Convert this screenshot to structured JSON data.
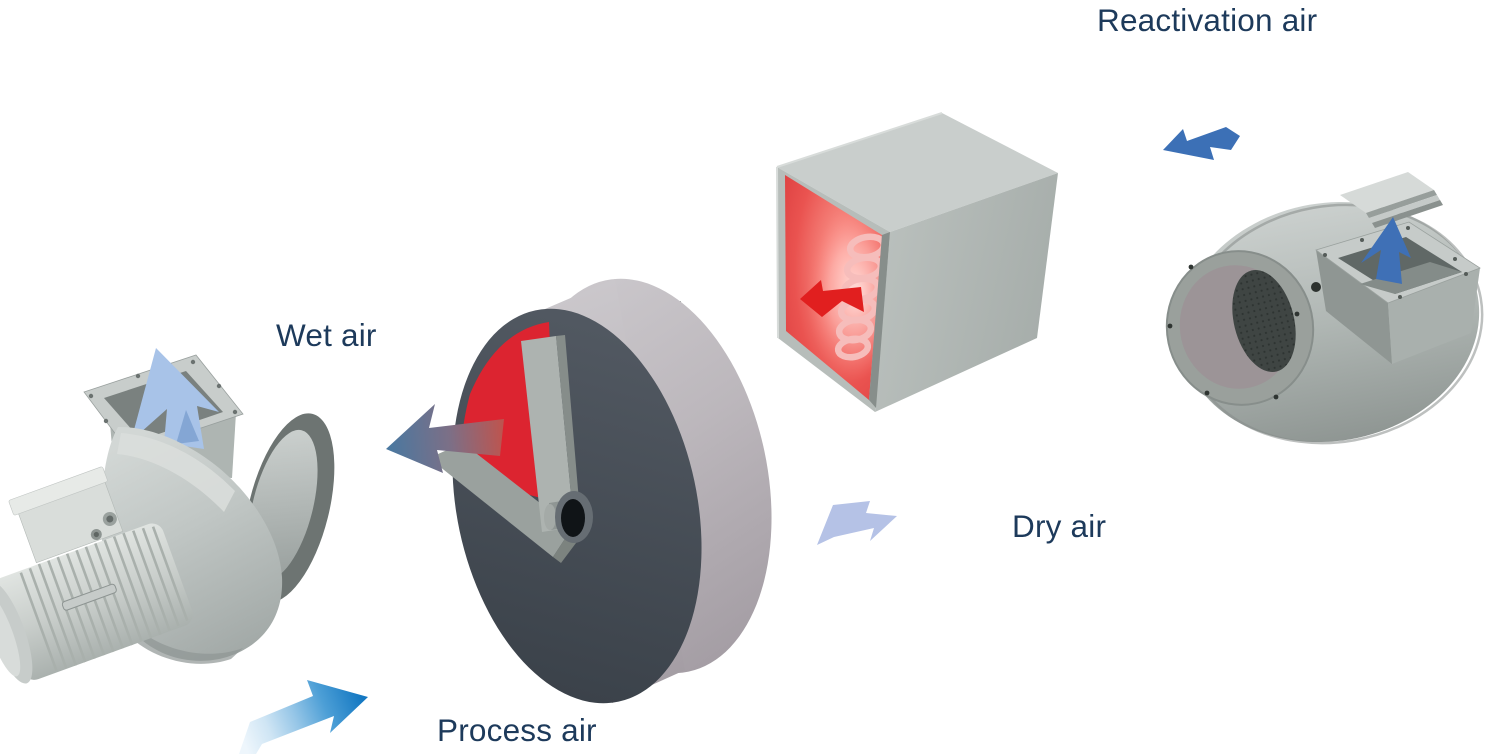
{
  "diagram": {
    "type": "desiccant-dehumidifier-airflow-diagram",
    "labels": {
      "wet_air": "Wet air",
      "process_air": "Process air",
      "dry_air": "Dry air",
      "reactivation_air": "Reactivation air"
    },
    "components": {
      "left_fan": "process-air-fan-with-motor",
      "rotor": "desiccant-rotor-wheel",
      "heater": "reactivation-air-heater",
      "right_fan": "reactivation-air-fan"
    },
    "colors": {
      "label_text": "#1d3a5b",
      "background": "#ffffff",
      "rotor_red_sector": "#dc2430",
      "heater_arrow_red": "#e11f1f",
      "reactivation_arrow_blue": "#3c70b6",
      "fan_outlet_arrow_blue": "#3f70b6",
      "wet_outlet_arrow_light_blue": "#a8c3e8",
      "dry_air_arrow_periwinkle": "#b5c2e6",
      "process_arrow_tail": "#eef6fc",
      "process_arrow_head": "#1478c2",
      "wet_arrow_gradient_start": "#4a78a0",
      "wet_arrow_gradient_end": "#bc5550"
    }
  }
}
